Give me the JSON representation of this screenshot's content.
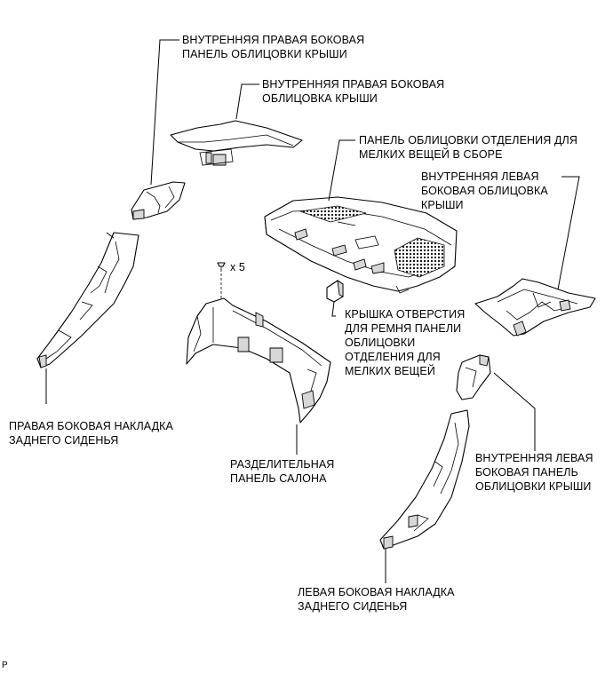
{
  "labels": {
    "right_roof_panel": [
      "ВНУТРЕННЯЯ ПРАВАЯ БОКОВАЯ",
      "ПАНЕЛЬ ОБЛИЦОВКИ КРЫШИ"
    ],
    "right_roof_trim": [
      "ВНУТРЕННЯЯ ПРАВАЯ БОКОВАЯ",
      "ОБЛИЦОВКА КРЫШИ"
    ],
    "package_tray": [
      "ПАНЕЛЬ ОБЛИЦОВКИ ОТДЕЛЕНИЯ ДЛЯ",
      "МЕЛКИХ ВЕЩЕЙ В СБОРЕ"
    ],
    "left_roof_trim": [
      "ВНУТРЕННЯЯ ЛЕВАЯ",
      "БОКОВАЯ ОБЛИЦОВКА",
      "КРЫШИ"
    ],
    "belt_hole_cover": [
      "КРЫШКА ОТВЕРСТИЯ",
      "ДЛЯ РЕМНЯ ПАНЕЛИ",
      "ОБЛИЦОВКИ",
      "ОТДЕЛЕНИЯ ДЛЯ",
      "МЕЛКИХ ВЕЩЕЙ"
    ],
    "right_seat_side": [
      "ПРАВАЯ БОКОВАЯ НАКЛАДКА",
      "ЗАДНЕГО СИДЕНЬЯ"
    ],
    "divider_panel": [
      "РАЗДЕЛИТЕЛЬНАЯ",
      "ПАНЕЛЬ САЛОНА"
    ],
    "left_roof_panel": [
      "ВНУТРЕННЯЯ ЛЕВАЯ",
      "БОКОВАЯ ПАНЕЛЬ",
      "ОБЛИЦОВКИ КРЫШИ"
    ],
    "left_seat_side": [
      "ЛЕВАЯ БОКОВАЯ НАКЛАДКА",
      "ЗАДНЕГО СИДЕНЬЯ"
    ]
  },
  "clip_qty": "x 5",
  "corner_code": "P"
}
